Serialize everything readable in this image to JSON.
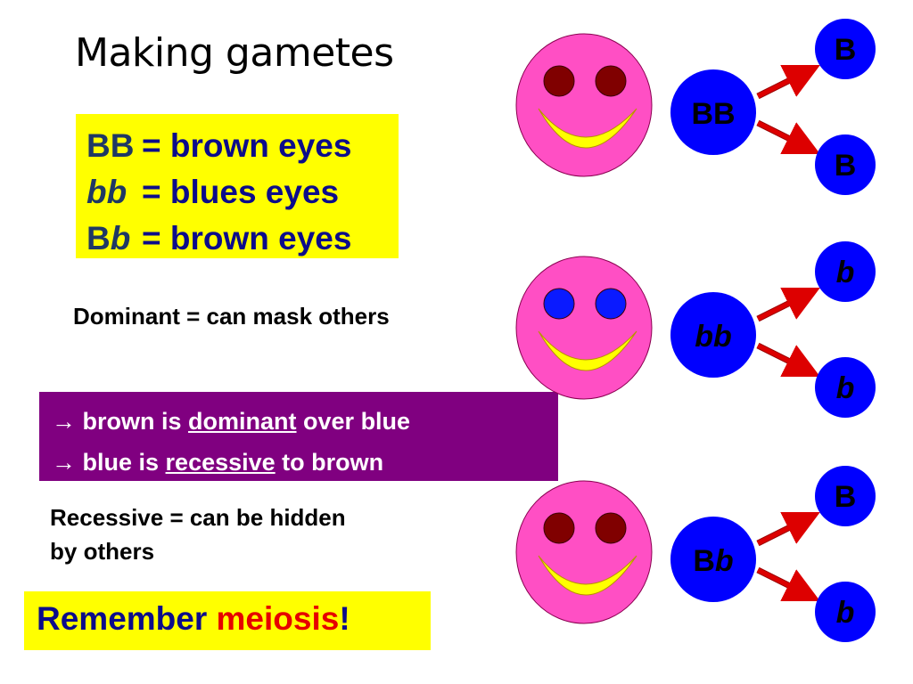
{
  "title": "Making gametes",
  "legend": {
    "rows": [
      {
        "g1": "BB",
        "g2": "",
        "text": "= brown eyes"
      },
      {
        "g1": "",
        "g2": "bb",
        "text": "= blues eyes"
      },
      {
        "g1": "B",
        "g2": "b",
        "text": "= brown eyes"
      }
    ]
  },
  "notes": {
    "dominant": "Dominant = can mask others",
    "recessive_line1": "Recessive = can be hidden",
    "recessive_line2": "by others"
  },
  "purple_box": {
    "line1_pre": "brown is ",
    "line1_term": "dominant",
    "line1_post": " over blue",
    "line2_pre": "blue is ",
    "line2_term": "recessive",
    "line2_post": " to brown",
    "arrow": "→"
  },
  "remember": {
    "pre": "Remember ",
    "word": "meiosis",
    "post": "!"
  },
  "colors": {
    "face": "#ff4fc4",
    "mouth": "#ffff00",
    "eye_brown": "#800000",
    "eye_blue": "#0a1aff",
    "cell": "#0000ff",
    "arrow": "#dd0000"
  },
  "diagram": [
    {
      "eye_color": "brown",
      "parent": {
        "upright": "BB",
        "italic": ""
      },
      "gametes": [
        {
          "upright": "B",
          "italic": ""
        },
        {
          "upright": "B",
          "italic": ""
        }
      ]
    },
    {
      "eye_color": "blue",
      "parent": {
        "upright": "",
        "italic": "bb"
      },
      "gametes": [
        {
          "upright": "",
          "italic": "b"
        },
        {
          "upright": "",
          "italic": "b"
        }
      ]
    },
    {
      "eye_color": "brown",
      "parent": {
        "upright": "B",
        "italic": "b"
      },
      "gametes": [
        {
          "upright": "B",
          "italic": ""
        },
        {
          "upright": "",
          "italic": "b"
        }
      ]
    }
  ]
}
